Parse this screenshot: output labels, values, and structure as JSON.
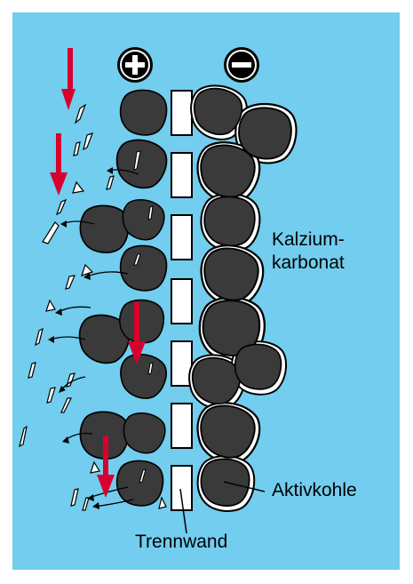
{
  "labels": {
    "positive": "+",
    "negative": "−",
    "calcium_line1": "Kalzium-",
    "calcium_line2": "karbonat",
    "carbon": "Aktivkohle",
    "separator": "Trennwand"
  },
  "colors": {
    "background": "#72cdee",
    "particle": "#3a3a3a",
    "crust": "#ffffff",
    "arrow": "#d8002e"
  }
}
